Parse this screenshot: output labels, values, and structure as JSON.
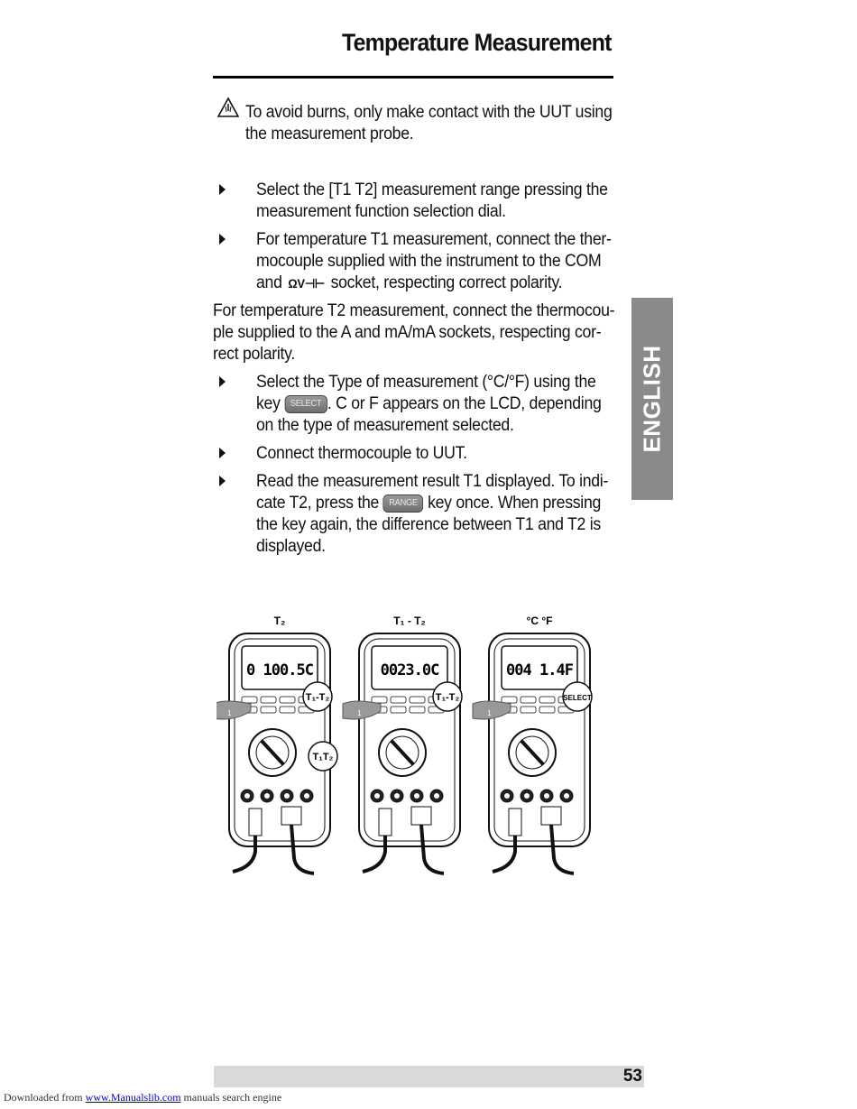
{
  "header": {
    "title": "Temperature Measurement"
  },
  "warning": {
    "line1": "To avoid burns, only make contact with the UUT using",
    "line2": "the measurement probe."
  },
  "steps": {
    "s1": {
      "line1": "Select the [T1 T2] measurement range pressing the",
      "line2": "measurement function selection dial."
    },
    "s2": {
      "line1": "For temperature T1 measurement, connect the ther-",
      "line2": "mocouple supplied with the instrument to the COM",
      "line3_pre": "and",
      "line3_sym": "ΩV⊣⊢",
      "line3_post": "socket, respecting correct polarity."
    },
    "para": {
      "line1": "For temperature T2 measurement, connect the thermocou-",
      "line2": "ple supplied to the A and mA/mA sockets, respecting cor-",
      "line3": "rect polarity."
    },
    "s3": {
      "line1": "Select the Type of measurement (°C/°F) using the",
      "line2_pre": "key",
      "key": "SELECT",
      "line2_post": ". C or F appears on the LCD, depending",
      "line3": "on the type of measurement selected."
    },
    "s4": {
      "line1": "Connect thermocouple to UUT."
    },
    "s5": {
      "line1": "Read the measurement result T1 displayed. To indi-",
      "line2_pre": "cate T2, press the",
      "key": "RANGE",
      "line2_post": "key once. When pressing",
      "line3": "the key again, the difference between T1 and T2 is",
      "line4": "displayed."
    }
  },
  "sidebar": {
    "language": "ENGLISH"
  },
  "figure": {
    "meters": [
      {
        "label": "T₂",
        "display": "0 100.5C",
        "callout_top": "T₁-T₂",
        "callout_bottom": "T₁T₂"
      },
      {
        "label": "T₁ - T₂",
        "display": "0023.0C",
        "callout_top": "T₁-T₂",
        "callout_bottom": ""
      },
      {
        "label": "°C  °F",
        "display": "004 1.4F",
        "callout_top": "SELECT",
        "callout_bottom": ""
      }
    ],
    "finger_label": "1"
  },
  "footer": {
    "page_number": "53",
    "downloaded_from": "Downloaded from",
    "link": "www.Manualslib.com",
    "tagline": "manuals search engine"
  }
}
